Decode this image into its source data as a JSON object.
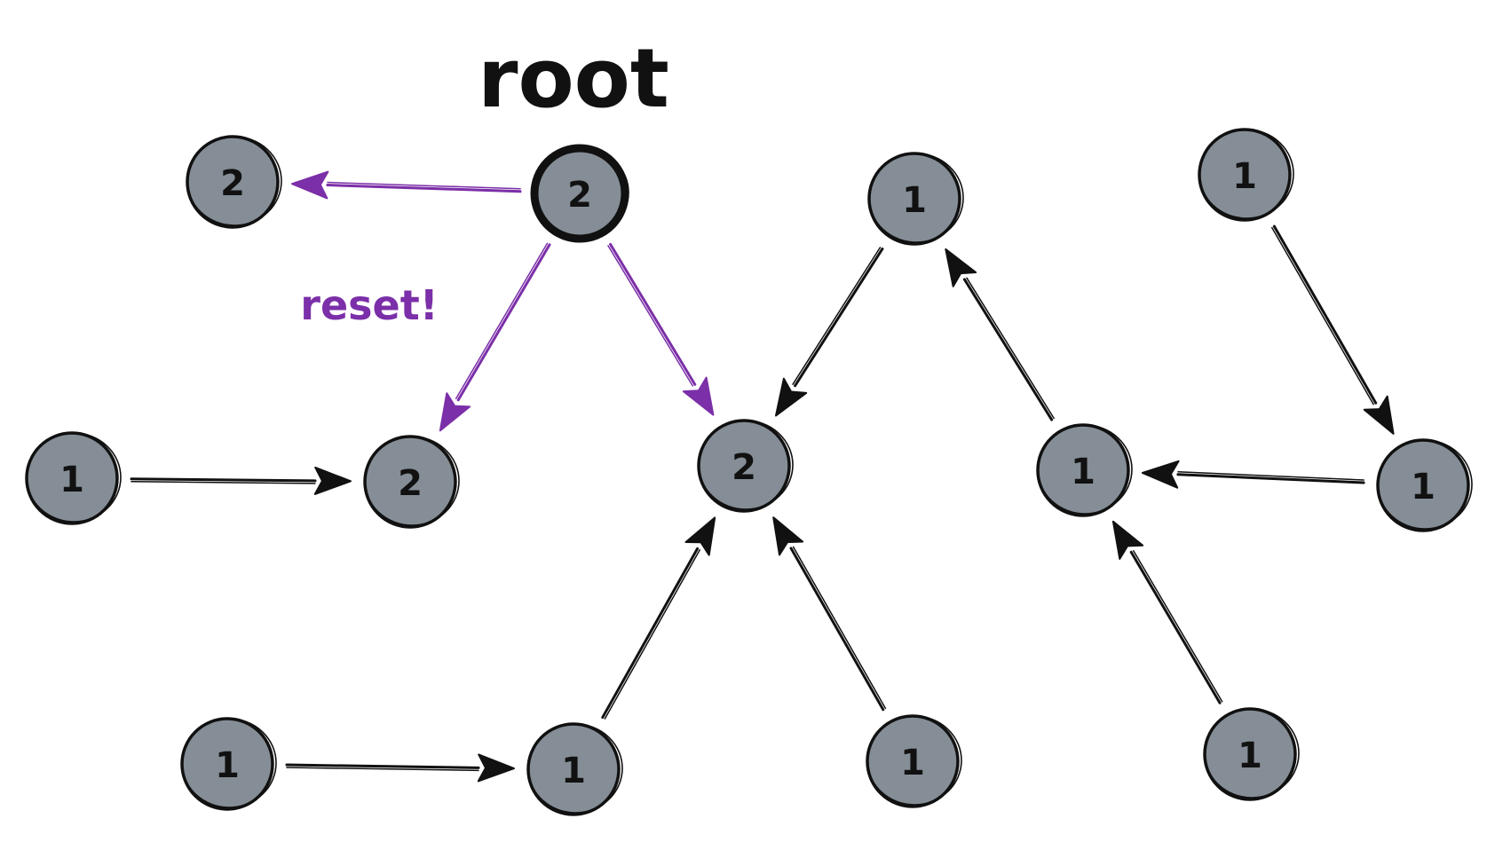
{
  "labels": {
    "root": "root",
    "reset": "reset!"
  },
  "colors": {
    "node_fill": "#858e96",
    "root_fill": "#fa5252",
    "stroke": "#111111",
    "purple": "#7b2fa8"
  },
  "nodes": [
    {
      "id": "root",
      "label": "2",
      "root": true
    },
    {
      "id": "n-top-left",
      "label": "2"
    },
    {
      "id": "n-mid-left",
      "label": "1"
    },
    {
      "id": "n-mid-left-2",
      "label": "2"
    },
    {
      "id": "n-center",
      "label": "2"
    },
    {
      "id": "n-top-mid",
      "label": "1"
    },
    {
      "id": "n-top-right",
      "label": "1"
    },
    {
      "id": "n-right-center",
      "label": "1"
    },
    {
      "id": "n-far-right",
      "label": "1"
    },
    {
      "id": "n-bottom-1",
      "label": "1"
    },
    {
      "id": "n-bottom-2",
      "label": "1"
    },
    {
      "id": "n-bottom-3",
      "label": "1"
    },
    {
      "id": "n-bottom-4",
      "label": "1"
    }
  ],
  "edges": [
    {
      "from": "root",
      "to": "n-top-left",
      "color": "purple"
    },
    {
      "from": "root",
      "to": "n-mid-left-2",
      "color": "purple"
    },
    {
      "from": "root",
      "to": "n-center",
      "color": "purple"
    },
    {
      "from": "n-mid-left",
      "to": "n-mid-left-2",
      "color": "black"
    },
    {
      "from": "n-top-mid",
      "to": "n-center",
      "color": "black"
    },
    {
      "from": "n-bottom-2",
      "to": "n-center",
      "color": "black"
    },
    {
      "from": "n-bottom-3",
      "to": "n-center",
      "color": "black"
    },
    {
      "from": "n-bottom-1",
      "to": "n-bottom-2",
      "color": "black"
    },
    {
      "from": "n-right-center",
      "to": "n-top-mid",
      "color": "black"
    },
    {
      "from": "n-top-right",
      "to": "n-far-right",
      "color": "black"
    },
    {
      "from": "n-far-right",
      "to": "n-right-center",
      "color": "black"
    },
    {
      "from": "n-bottom-4",
      "to": "n-right-center",
      "color": "black"
    }
  ]
}
